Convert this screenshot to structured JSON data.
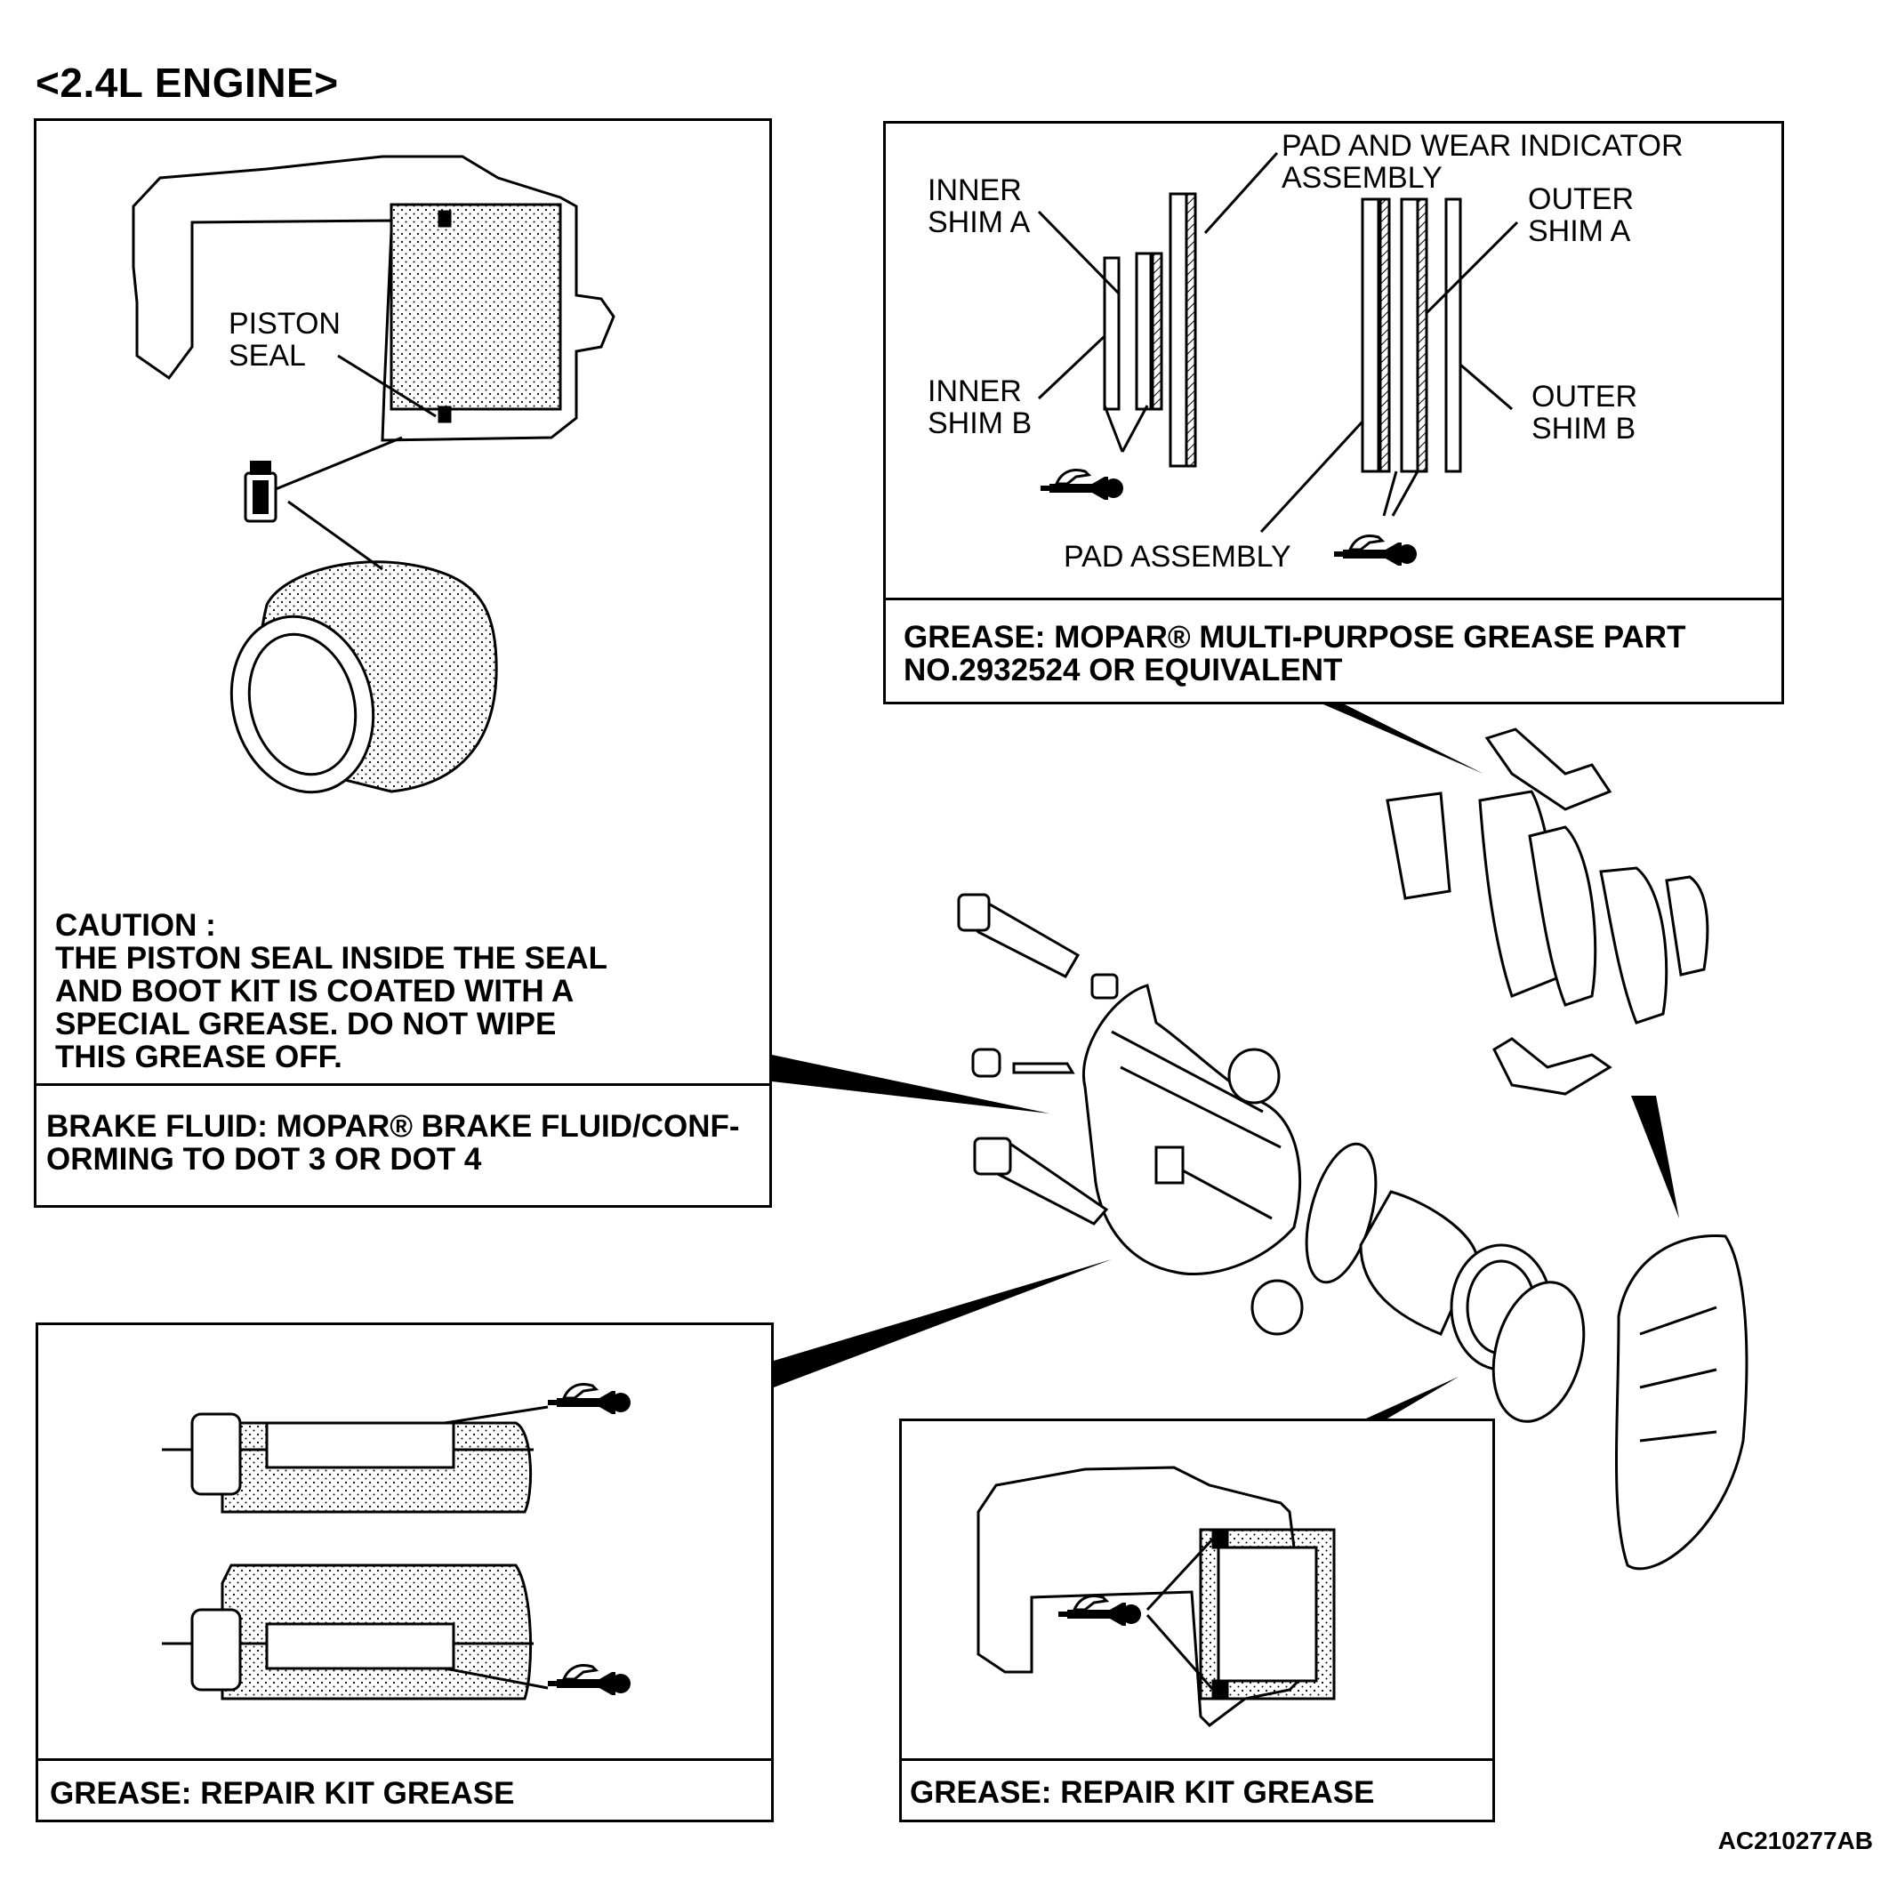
{
  "page_title": "<2.4L ENGINE>",
  "figure_code": "AC210277AB",
  "panels": {
    "piston": {
      "label_piston_seal": "PISTON\nSEAL",
      "caution": "CAUTION :\nTHE PISTON SEAL INSIDE THE SEAL\nAND BOOT KIT IS COATED WITH A\nSPECIAL GREASE. DO NOT WIPE\nTHIS GREASE OFF.",
      "caption": "BRAKE FLUID: MOPAR® BRAKE FLUID/CONF-\nORMING TO DOT 3 OR DOT 4"
    },
    "pads": {
      "label_pad_wear": "PAD AND WEAR INDICATOR\nASSEMBLY",
      "label_inner_shim_a": "INNER\nSHIM A",
      "label_inner_shim_b": "INNER\nSHIM B",
      "label_outer_shim_a": "OUTER\nSHIM A",
      "label_outer_shim_b": "OUTER\nSHIM B",
      "label_pad_assembly": "PAD ASSEMBLY",
      "caption": "GREASE: MOPAR® MULTI-PURPOSE GREASE PART\nNO.2932524 OR EQUIVALENT"
    },
    "guide_pins": {
      "caption": "GREASE: REPAIR KIT GREASE"
    },
    "caliper_bore": {
      "caption": "GREASE: REPAIR KIT GREASE"
    }
  }
}
